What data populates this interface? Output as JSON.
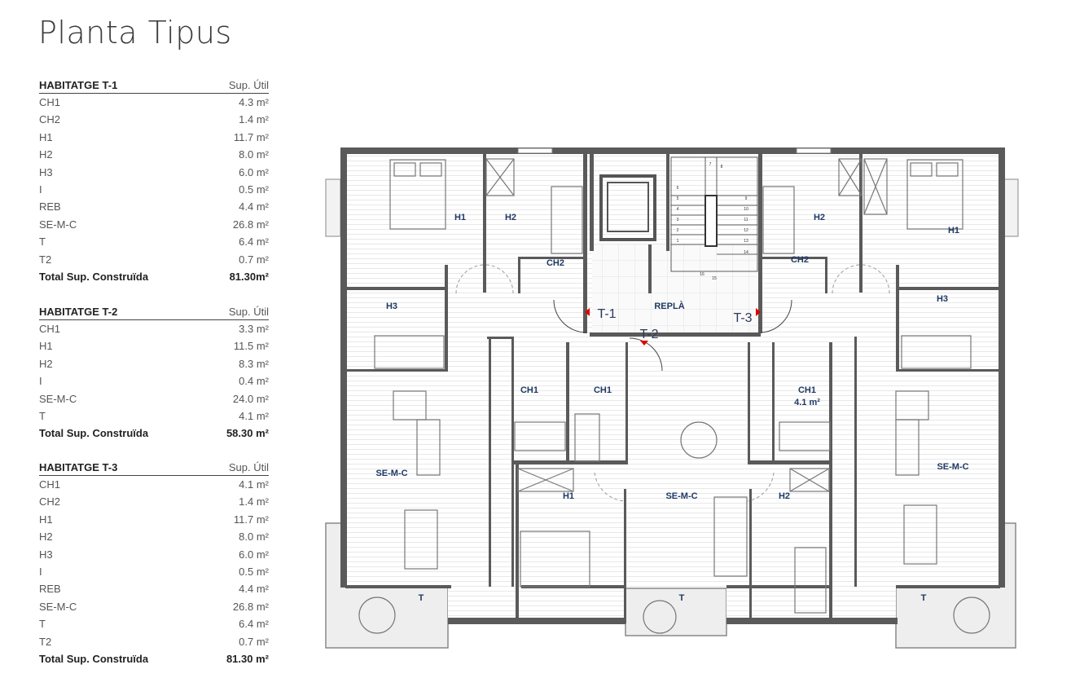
{
  "title": "Planta Tipus",
  "units": [
    {
      "name": "HABITATGE T-1",
      "sup_label": "Sup. Útil",
      "rows": [
        {
          "label": "CH1",
          "value": "4.3 m²"
        },
        {
          "label": "CH2",
          "value": "1.4 m²"
        },
        {
          "label": "H1",
          "value": "11.7 m²"
        },
        {
          "label": "H2",
          "value": "8.0 m²"
        },
        {
          "label": "H3",
          "value": "6.0 m²"
        },
        {
          "label": "I",
          "value": "0.5 m²"
        },
        {
          "label": "REB",
          "value": "4.4 m²"
        },
        {
          "label": "SE-M-C",
          "value": "26.8 m²"
        },
        {
          "label": "T",
          "value": "6.4 m²"
        },
        {
          "label": "T2",
          "value": "0.7 m²"
        }
      ],
      "total_label": "Total Sup. Construïda",
      "total_value": "81.30m²"
    },
    {
      "name": "HABITATGE T-2",
      "sup_label": "Sup. Útil",
      "rows": [
        {
          "label": "CH1",
          "value": "3.3 m²"
        },
        {
          "label": "H1",
          "value": "11.5 m²"
        },
        {
          "label": "H2",
          "value": "8.3 m²"
        },
        {
          "label": "I",
          "value": "0.4 m²"
        },
        {
          "label": "SE-M-C",
          "value": "24.0 m²"
        },
        {
          "label": "T",
          "value": "4.1 m²"
        }
      ],
      "total_label": "Total Sup. Construïda",
      "total_value": "58.30 m²"
    },
    {
      "name": "HABITATGE T-3",
      "sup_label": "Sup. Útil",
      "rows": [
        {
          "label": "CH1",
          "value": "4.1 m²"
        },
        {
          "label": "CH2",
          "value": "1.4 m²"
        },
        {
          "label": "H1",
          "value": "11.7 m²"
        },
        {
          "label": "H2",
          "value": "8.0 m²"
        },
        {
          "label": "H3",
          "value": "6.0 m²"
        },
        {
          "label": "I",
          "value": "0.5 m²"
        },
        {
          "label": "REB",
          "value": "4.4 m²"
        },
        {
          "label": "SE-M-C",
          "value": "26.8 m²"
        },
        {
          "label": "T",
          "value": "6.4 m²"
        },
        {
          "label": "T2",
          "value": "0.7 m²"
        }
      ],
      "total_label": "Total Sup. Construïda",
      "total_value": "81.30 m²"
    }
  ],
  "plan": {
    "labels": [
      "H1",
      "H2",
      "CH2",
      "H3",
      "REPLÀ",
      "T-1",
      "T-2",
      "T-3",
      "H2",
      "H1",
      "CH2",
      "H3",
      "CH1",
      "CH1",
      "CH1",
      "4.1 m²",
      "SE-M-C",
      "H1",
      "SE-M-C",
      "H2",
      "SE-M-C",
      "T",
      "T",
      "T"
    ],
    "stair_numbers": [
      "1",
      "2",
      "3",
      "4",
      "5",
      "6",
      "7",
      "8",
      "9",
      "10",
      "11",
      "12",
      "13",
      "14",
      "15",
      "16"
    ],
    "colors": {
      "wall": "#5a5a5a",
      "label": "#1f3864",
      "entry_marker": "#e00000",
      "terrace": "#eeeeee"
    }
  }
}
